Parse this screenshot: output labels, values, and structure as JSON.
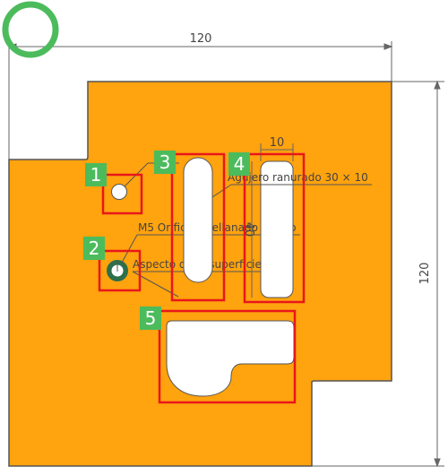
{
  "drawing": {
    "dimension_top": "120",
    "dimension_right": "120",
    "dimension_slot_width": "10",
    "dimension_slot_length": "40",
    "note_slot": "Agujero ranurado 30 × 10",
    "note_countersink": "M5 Orificio avellanado cónico",
    "note_surface": "Aspecto de la superficie"
  },
  "highlights": [
    {
      "label": "1"
    },
    {
      "label": "2"
    },
    {
      "label": "3"
    },
    {
      "label": "4"
    },
    {
      "label": "5"
    }
  ],
  "colors": {
    "plate": "#FFA30E",
    "outline": "#555555",
    "highlight": "#E8171B",
    "marker": "#4CBB5C",
    "countersink_ring": "#2D6E4B"
  }
}
